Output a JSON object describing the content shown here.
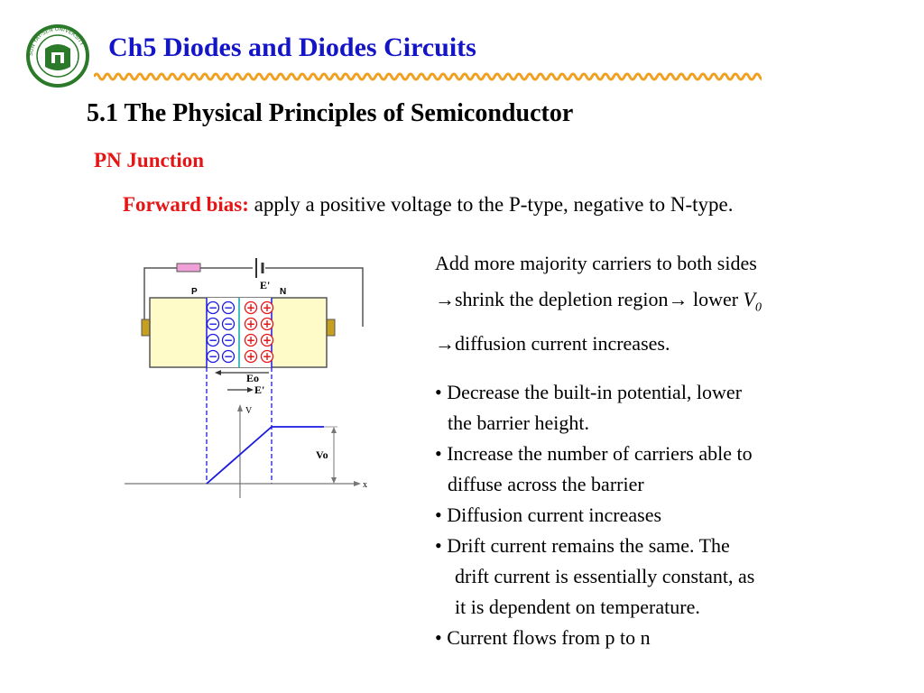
{
  "slide": {
    "title": "Ch5 Diodes and Diodes Circuits",
    "section": "5.1 The Physical Principles of Semiconductor",
    "subtitle": "PN Junction",
    "forward_bias_label": "Forward bias:",
    "forward_bias_text": "apply a positive voltage to the P-type, negative to N-type."
  },
  "logo": {
    "text": "SUN YAT-SEN UNIVERSITY",
    "color": "#2a7a2a"
  },
  "diagram": {
    "p_label": "P",
    "n_label": "N",
    "e_prime_label": "E'",
    "eo_label": "Eo",
    "e_prime_arrow_label": "E'",
    "v_axis_label": "V",
    "x_axis_label": "x",
    "vo_label": "Vo"
  },
  "description": {
    "line1": "Add more majority carriers to both sides",
    "line2_a": "shrink the depletion region",
    "line2_b": " lower ",
    "line2_var": "V",
    "line2_sub": "0",
    "line3": "diffusion current increases.",
    "arrow": "→"
  },
  "bullets": {
    "b1a": "• Decrease the built-in potential, lower",
    "b1b": "the barrier height.",
    "b2a": "• Increase the number of carriers able to",
    "b2b": "diffuse across the barrier",
    "b3": "• Diffusion current increases",
    "b4a": "• Drift current remains the same. The",
    "b4b": "drift current is essentially constant, as",
    "b4c": "it is dependent on temperature.",
    "b5": "• Current flows from p to n"
  },
  "colors": {
    "title_blue": "#1515c8",
    "accent_red": "#e61414",
    "wave_orange": "#f0a020",
    "diagram_blue": "#1a1ae0",
    "material_fill": "#fffbc8"
  }
}
